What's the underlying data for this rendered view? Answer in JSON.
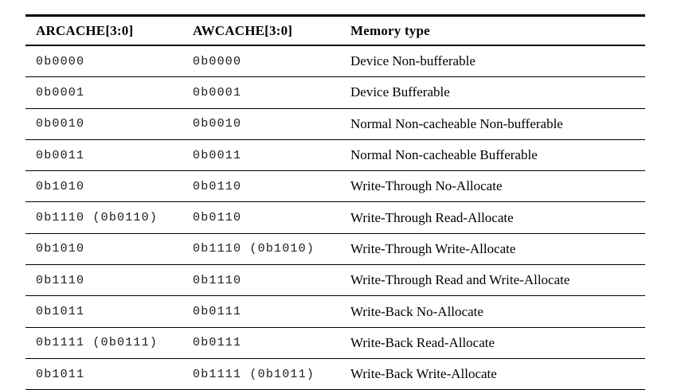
{
  "colors": {
    "background": "#ffffff",
    "text": "#000000",
    "mono_text": "#1a1a1a",
    "rule": "#000000"
  },
  "table": {
    "columns": [
      {
        "label": "ARCACHE[3:0]"
      },
      {
        "label": "AWCACHE[3:0]"
      },
      {
        "label": "Memory type"
      }
    ],
    "rows": [
      [
        "0b0000",
        "0b0000",
        "Device Non-bufferable"
      ],
      [
        "0b0001",
        "0b0001",
        "Device Bufferable"
      ],
      [
        "0b0010",
        "0b0010",
        "Normal Non-cacheable Non-bufferable"
      ],
      [
        "0b0011",
        "0b0011",
        "Normal Non-cacheable Bufferable"
      ],
      [
        "0b1010",
        "0b0110",
        "Write-Through No-Allocate"
      ],
      [
        "0b1110 (0b0110)",
        "0b0110",
        "Write-Through Read-Allocate"
      ],
      [
        "0b1010",
        "0b1110 (0b1010)",
        "Write-Through Write-Allocate"
      ],
      [
        "0b1110",
        "0b1110",
        "Write-Through Read and Write-Allocate"
      ],
      [
        "0b1011",
        "0b0111",
        "Write-Back No-Allocate"
      ],
      [
        "0b1111 (0b0111)",
        "0b0111",
        "Write-Back Read-Allocate"
      ],
      [
        "0b1011",
        "0b1111 (0b1011)",
        "Write-Back Write-Allocate"
      ]
    ]
  }
}
